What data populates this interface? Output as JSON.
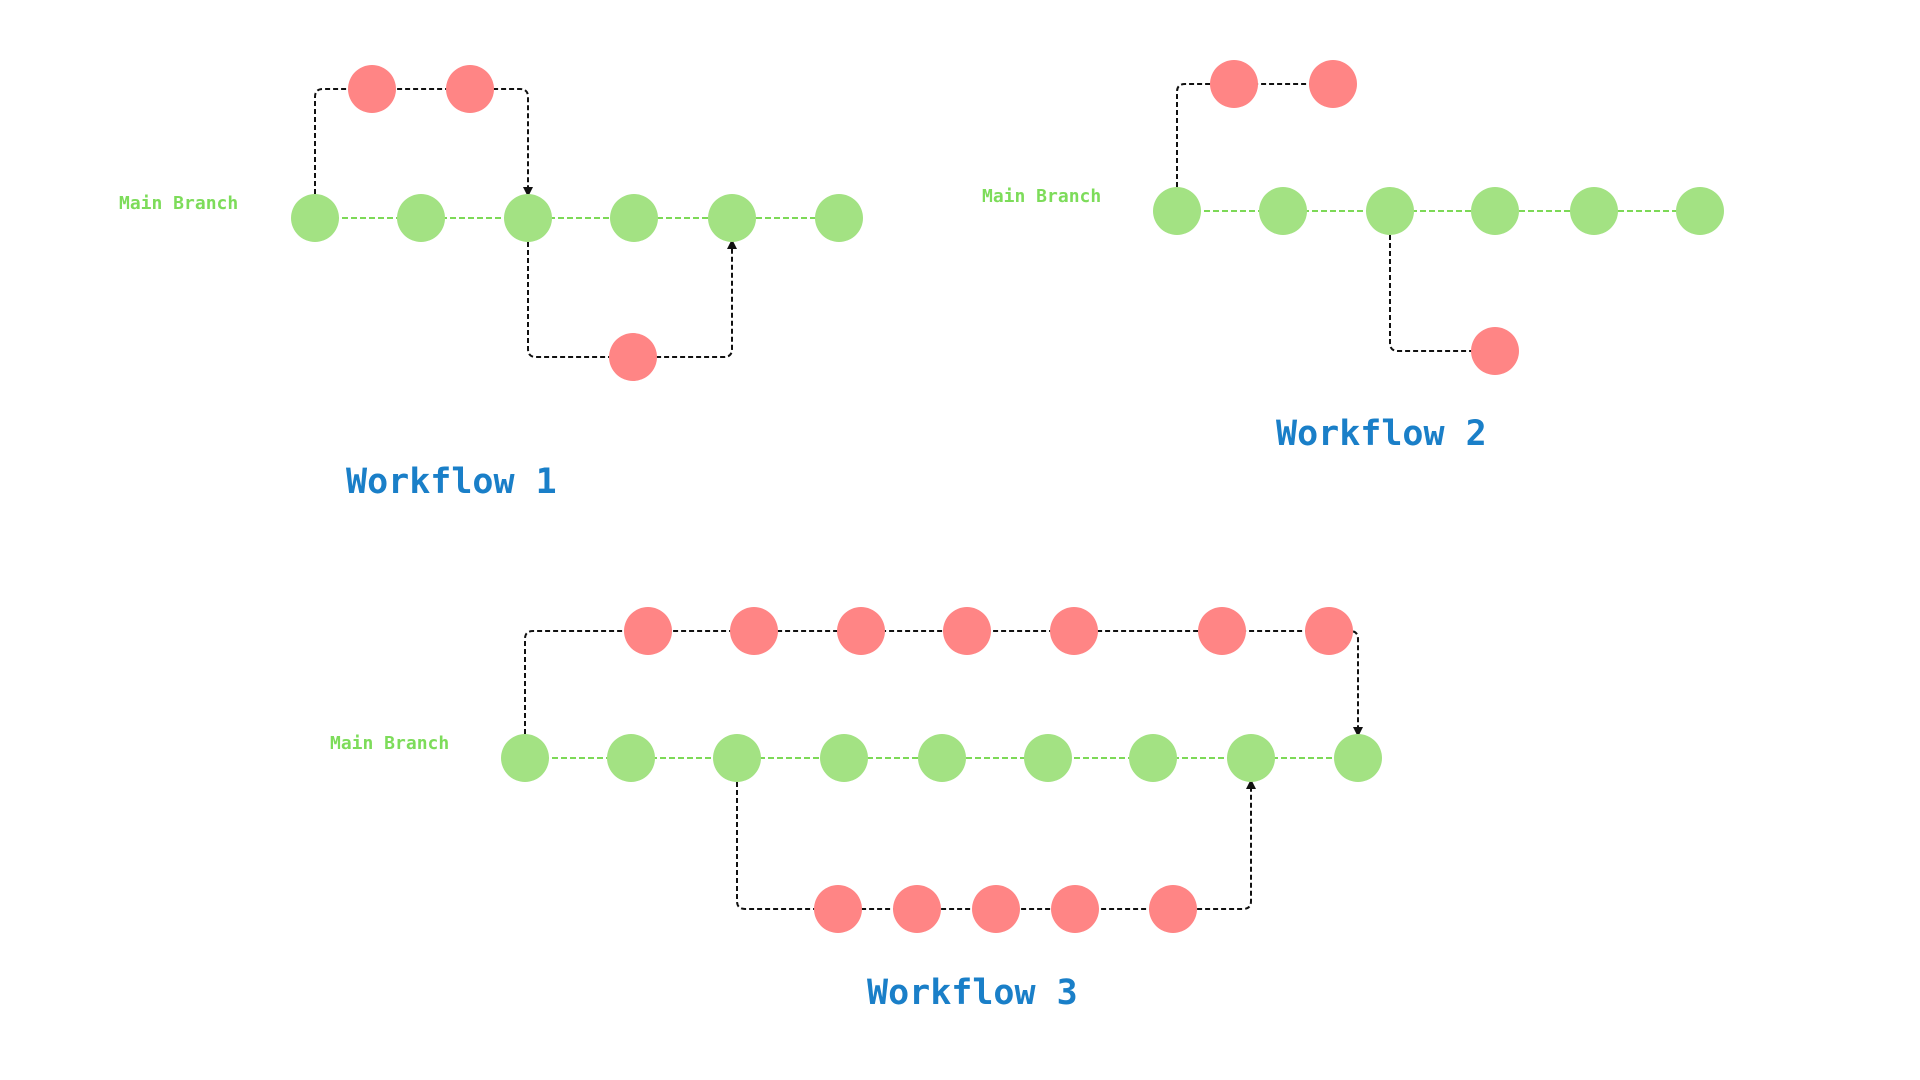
{
  "colors": {
    "main_node": "#a3e283",
    "main_line": "#7dd957",
    "branch_node": "#ff8585",
    "connector": "#111111",
    "branch_label": "#7ddc5a",
    "title": "#1a7fc8"
  },
  "workflows": [
    {
      "title": "Workflow 1",
      "main_label": "Main Branch",
      "main_commits": 6,
      "branches": [
        {
          "side": "top",
          "from_commit": 1,
          "commits": 2,
          "merge_into_commit": 3
        },
        {
          "side": "bottom",
          "from_commit": 3,
          "commits": 1,
          "merge_into_commit": 5
        }
      ]
    },
    {
      "title": "Workflow 2",
      "main_label": "Main Branch",
      "main_commits": 6,
      "branches": [
        {
          "side": "top",
          "from_commit": 1,
          "commits": 2,
          "merge_into_commit": null
        },
        {
          "side": "bottom",
          "from_commit": 3,
          "commits": 1,
          "merge_into_commit": null
        }
      ]
    },
    {
      "title": "Workflow 3",
      "main_label": "Main Branch",
      "main_commits": 9,
      "branches": [
        {
          "side": "top",
          "from_commit": 1,
          "commits": 7,
          "merge_into_commit": 9
        },
        {
          "side": "bottom",
          "from_commit": 3,
          "commits": 5,
          "merge_into_commit": 8
        }
      ]
    }
  ]
}
